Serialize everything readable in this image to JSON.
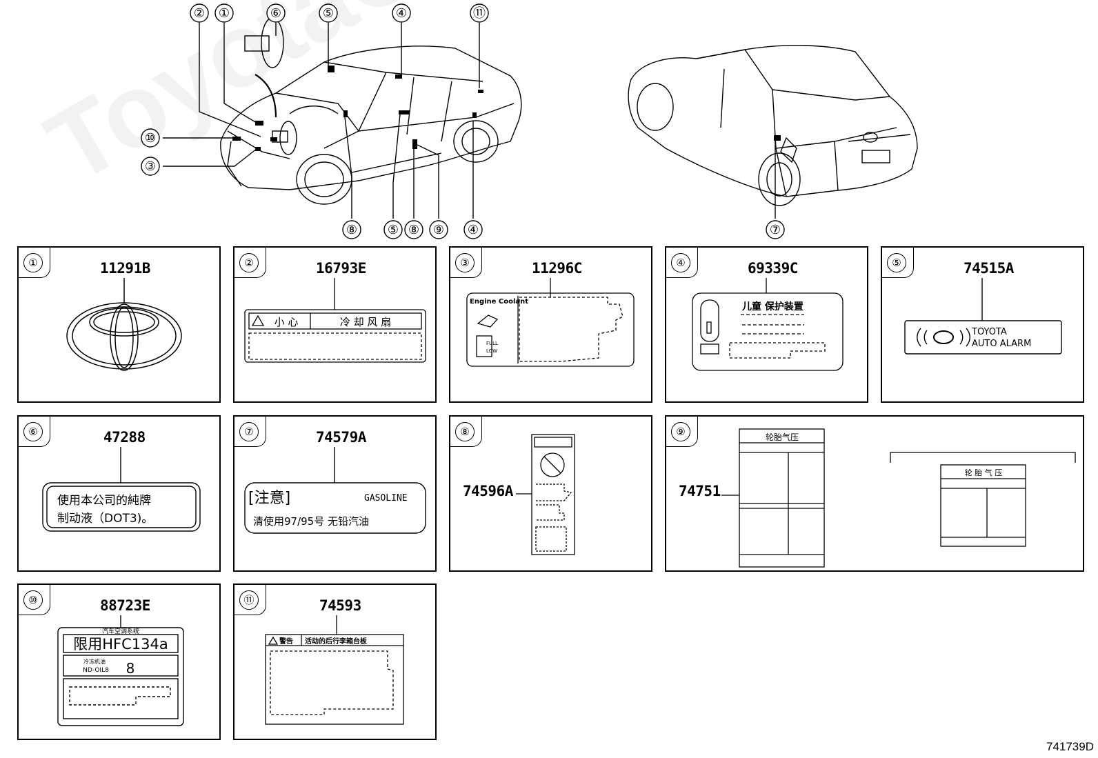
{
  "callouts_top": [
    "②",
    "①",
    "⑥",
    "⑤",
    "④",
    "⑪",
    "⑩",
    "③",
    "⑧",
    "⑤",
    "⑧",
    "⑨",
    "④",
    "⑦"
  ],
  "panels": [
    {
      "num": "①",
      "part": "11291B"
    },
    {
      "num": "②",
      "part": "16793E",
      "label_text": [
        "小 心",
        "冷 却 风 扇"
      ]
    },
    {
      "num": "③",
      "part": "11296C",
      "label_text": [
        "Engine Coolant",
        "FULL",
        "LOW"
      ]
    },
    {
      "num": "④",
      "part": "69339C",
      "label_text": [
        "儿童 保护装置"
      ]
    },
    {
      "num": "⑤",
      "part": "74515A",
      "label_text": [
        "TOYOTA",
        "AUTO ALARM"
      ]
    },
    {
      "num": "⑥",
      "part": "47288",
      "label_text": [
        "使用本公司的純牌",
        "制动液（DOT3)。"
      ]
    },
    {
      "num": "⑦",
      "part": "74579A",
      "label_text": [
        "[注意]",
        "GASOLINE",
        "清使用97/95号  无铅汽油"
      ]
    },
    {
      "num": "⑧",
      "part": "74596A"
    },
    {
      "num": "⑨",
      "part": "74751",
      "label_text": [
        "轮胎气压",
        "轮 胎 气 压"
      ]
    },
    {
      "num": "⑩",
      "part": "88723E",
      "label_text": [
        "汽车空调系统",
        "限用HFC134a",
        "冷冻机油",
        "ND-OIL8",
        "8"
      ]
    },
    {
      "num": "⑪",
      "part": "74593",
      "label_text": [
        "警告",
        "活动的后行李箱台板"
      ]
    }
  ],
  "diagram_id": "741739D",
  "watermark": "ToyotaCarWin.ru"
}
